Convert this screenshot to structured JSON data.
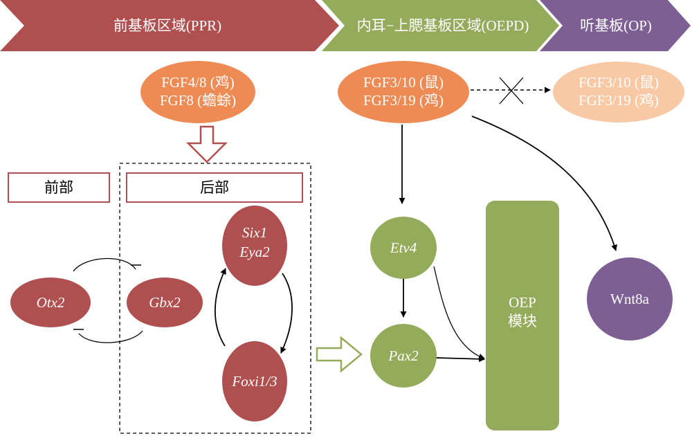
{
  "banner": {
    "ppr": "前基板区域(PPR)",
    "oepd": "内耳−上腮基板区域(OEPD)",
    "op": "听基板(OP)"
  },
  "signals": {
    "ppr_line1": "FGF4/8 (鸡)",
    "ppr_line2": "FGF8 (蟾蜍)",
    "oepd_line1": "FGF3/10 (鼠)",
    "oepd_line2": "FGF3/19 (鸡)",
    "op_line1": "FGF3/10 (鼠)",
    "op_line2": "FGF3/19 (鸡)"
  },
  "regions": {
    "anterior": "前部",
    "posterior": "后部"
  },
  "genes": {
    "otx2": "Otx2",
    "gbx2": "Gbx2",
    "six1": "Six1",
    "eya2": "Eya2",
    "foxi": "Foxi1/3",
    "etv4": "Etv4",
    "pax2": "Pax2",
    "wnt8a": "Wnt8a"
  },
  "module": {
    "line1": "OEP",
    "line2": "模块"
  },
  "colors": {
    "ppr": "#b04f4f",
    "oepd": "#93ab5b",
    "op": "#7e5f93",
    "signal_orange": "#ee8b55",
    "signal_faded": "#f9c9a6"
  }
}
